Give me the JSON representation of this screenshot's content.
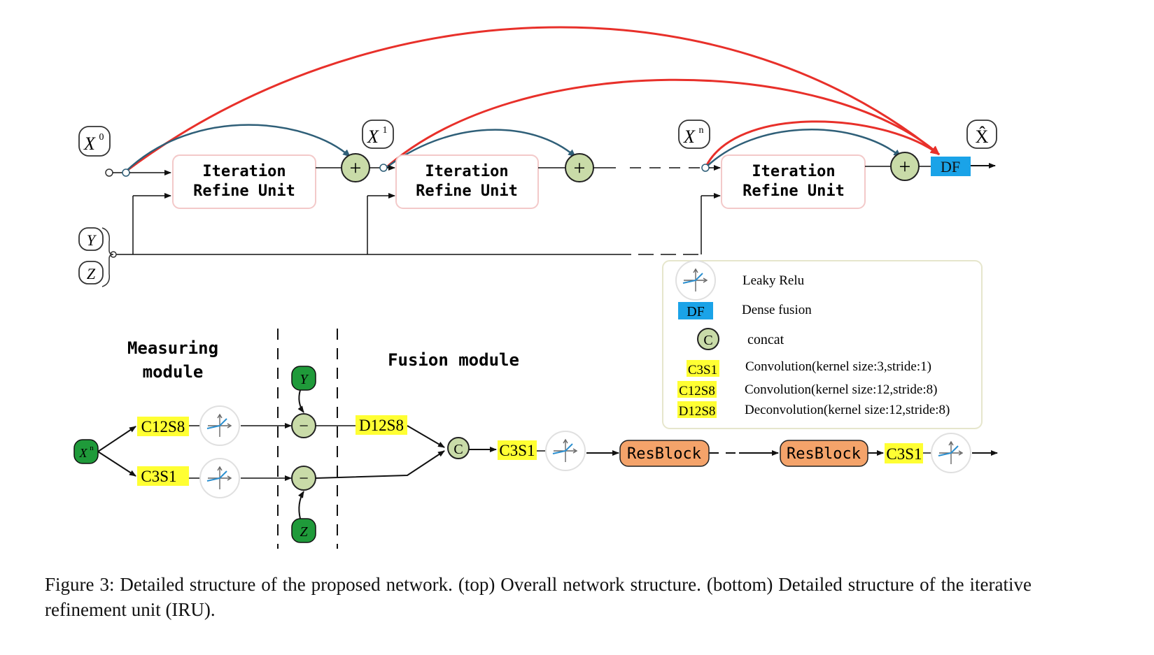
{
  "top": {
    "inputs": {
      "x0": "X",
      "x0_sup": "0",
      "x1": "X",
      "x1_sup": "1",
      "xn": "X",
      "xn_sup": "n",
      "xhat": "X̂",
      "y": "Y",
      "z": "Z"
    },
    "iru_line1": "Iteration",
    "iru_line2": "Refine Unit",
    "plus_symbol": "+",
    "df_label": "DF"
  },
  "legend": {
    "items": [
      {
        "icon": "leaky-relu-icon",
        "label": "Leaky Relu"
      },
      {
        "icon": "DF",
        "label": "Dense fusion"
      },
      {
        "icon": "C",
        "label": "concat"
      },
      {
        "icon": "C3S1",
        "label": "Convolution(kernel size:3,stride:1)"
      },
      {
        "icon": "C12S8",
        "label": "Convolution(kernel size:12,stride:8)"
      },
      {
        "icon": "D12S8",
        "label": "Deconvolution(kernel size:12,stride:8)"
      }
    ]
  },
  "bottom": {
    "measuring_title_1": "Measuring",
    "measuring_title_2": "module",
    "fusion_title": "Fusion module",
    "xn_node": "X",
    "xn_sup": "n",
    "y_node": "Y",
    "z_node": "Z",
    "c12s8": "C12S8",
    "c3s1_a": "C3S1",
    "d12s8": "D12S8",
    "concat": "C",
    "c3s1_b": "C3S1",
    "resblock_1": "ResBlock",
    "resblock_2": "ResBlock",
    "c3s1_c": "C3S1",
    "minus_symbol": "−"
  },
  "colors": {
    "red_arrow": "#e8302a",
    "teal_arrow": "#2f5f78",
    "green_circle": "#c9dba8",
    "dark_green": "#1f9a3a",
    "yellow": "#ffff33",
    "df_blue": "#1aa3e8",
    "resblock": "#f4a36a"
  },
  "caption": "Figure 3: Detailed structure of the proposed network. (top) Overall network structure. (bottom) Detailed structure of the iterative refinement unit (IRU)."
}
